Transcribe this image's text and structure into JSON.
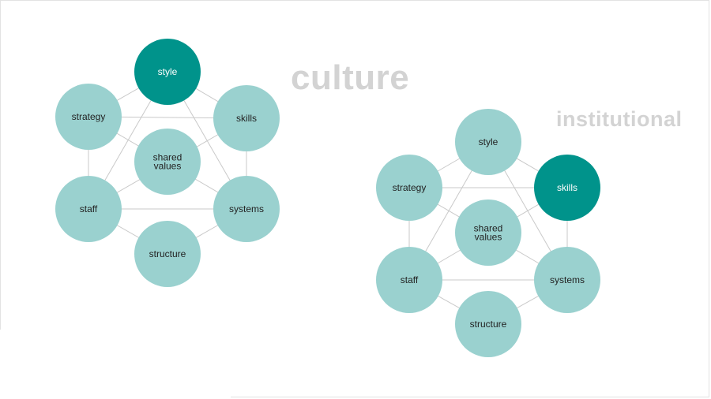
{
  "left_heading": "culture",
  "right_heading": "institutional",
  "colors": {
    "node": "#9ad1cf",
    "node_highlight": "#00938b",
    "heading": "#d3d3d3",
    "edge": "#c9c9c9"
  },
  "left_diagram": {
    "highlighted": "style",
    "nodes": {
      "style": "style",
      "strategy": "strategy",
      "skills": "skills",
      "shared": [
        "shared",
        "values"
      ],
      "staff": "staff",
      "systems": "systems",
      "structure": "structure"
    }
  },
  "right_diagram": {
    "highlighted": "skills",
    "nodes": {
      "style": "style",
      "strategy": "strategy",
      "skills": "skills",
      "shared": [
        "shared",
        "values"
      ],
      "staff": "staff",
      "systems": "systems",
      "structure": "structure"
    }
  }
}
